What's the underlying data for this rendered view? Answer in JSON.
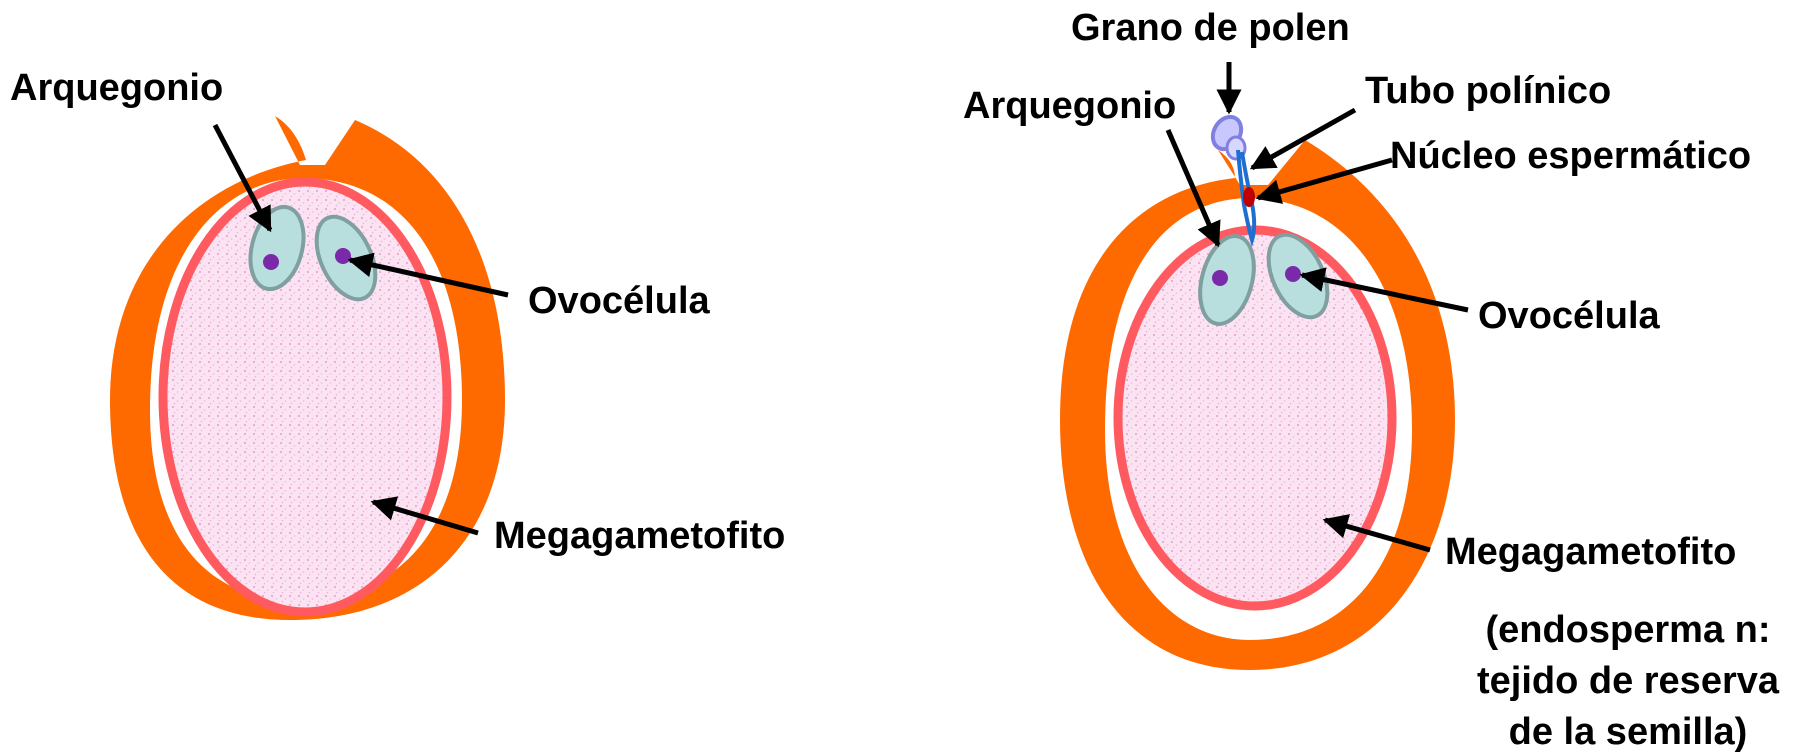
{
  "left_panel": {
    "archegonium_label": "Arquegonio",
    "egg_cell_label": "Ovocélula",
    "megagametophyte_label": "Megagametofito"
  },
  "right_panel": {
    "pollen_grain_label": "Grano de polen",
    "archegonium_label": "Arquegonio",
    "pollen_tube_label": "Tubo polínico",
    "sperm_nucleus_label": "Núcleo espermático",
    "egg_cell_label": "Ovocélula",
    "megagametophyte_label": "Megagametofito",
    "note_line_1": "(endosperma n:",
    "note_line_2": "tejido de reserva",
    "note_line_3": "de la semilla)"
  },
  "colors": {
    "integument": "#ff6a00",
    "megagametophyte_wall": "#ff5a5f",
    "megagametophyte_fill": "#fbe3f2",
    "archegonium_fill": "#b9dede",
    "archegonium_border": "#7f9fa0",
    "egg_nucleus": "#7a2aa8",
    "pollen_grain": "#8080e0",
    "pollen_tube": "#1f6fd0",
    "sperm_nucleus": "#c00000"
  }
}
